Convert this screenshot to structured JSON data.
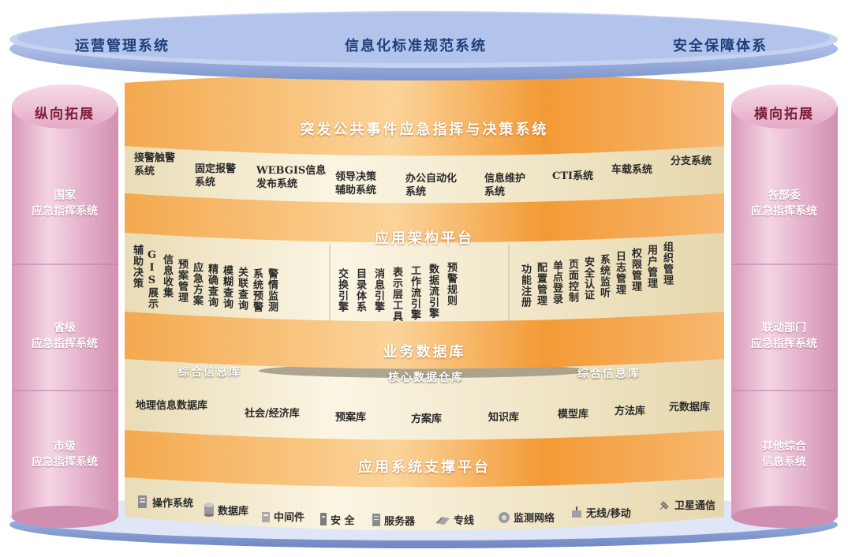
{
  "top_disc": {
    "left": "运营管理系统",
    "center": "信息化标准规范系统",
    "right": "安全保障体系"
  },
  "left_column": {
    "title": "纵向拓展",
    "items": [
      "国家\n应急指挥系统",
      "省级\n应急指挥系统",
      "市级\n应急指挥系统"
    ]
  },
  "right_column": {
    "title": "横向拓展",
    "items": [
      "各部委\n应急指挥系统",
      "联动部门\n应急指挥系统",
      "其他综合\n信息系统"
    ]
  },
  "layer1": {
    "title": "突发公共事件应急指挥与决策系统",
    "items": [
      "接警触警\n系统",
      "固定报警\n系统",
      "WEBGIS信息\n发布系统",
      "领导决策\n辅助系统",
      "办公自动化\n系统",
      "信息维护\n系统",
      "CTI系统",
      "车载系统",
      "分支系统"
    ]
  },
  "layer2": {
    "title": "应用架构平台",
    "group_a": [
      "辅助决策",
      "GIS展示",
      "信息收集",
      "预案管理",
      "应急方案",
      "精确查询",
      "模糊查询",
      "关联查询",
      "系统预警",
      "警情监测"
    ],
    "group_b": [
      "交换引擎",
      "目录体系",
      "消息引擎",
      "表示层工具",
      "工作流引擎",
      "数据流引擎",
      "预警规则"
    ],
    "group_c": [
      "功能注册",
      "配置管理",
      "单点登录",
      "页面控制",
      "安全认证",
      "系统监听",
      "日志管理",
      "权限管理",
      "用户管理",
      "组织管理"
    ]
  },
  "layer3": {
    "title": "业务数据库",
    "tag_left": "综合信息库",
    "tag_center": "核心数据仓库",
    "tag_right": "综合信息库",
    "items": [
      "地理信息数据库",
      "社会/经济库",
      "预案库",
      "方案库",
      "知识库",
      "模型库",
      "方法库",
      "元数据库"
    ]
  },
  "layer4": {
    "title": "应用系统支撑平台",
    "items": [
      "操作系统",
      "数据库",
      "中间件",
      "安 全",
      "服务器",
      "专线",
      "监测网络",
      "无线/移动",
      "卫星通信"
    ],
    "icons": [
      "server-rack-icon",
      "database-icon",
      "middleware-icon",
      "security-icon",
      "server-icon",
      "leased-line-icon",
      "monitor-network-icon",
      "wireless-icon",
      "satellite-icon"
    ]
  },
  "colors": {
    "disc_blue": "#9bb0dd",
    "pink_column": "#e7b6cf",
    "orange_band": "#f1a13c",
    "beige_band": "#f3ead0"
  }
}
